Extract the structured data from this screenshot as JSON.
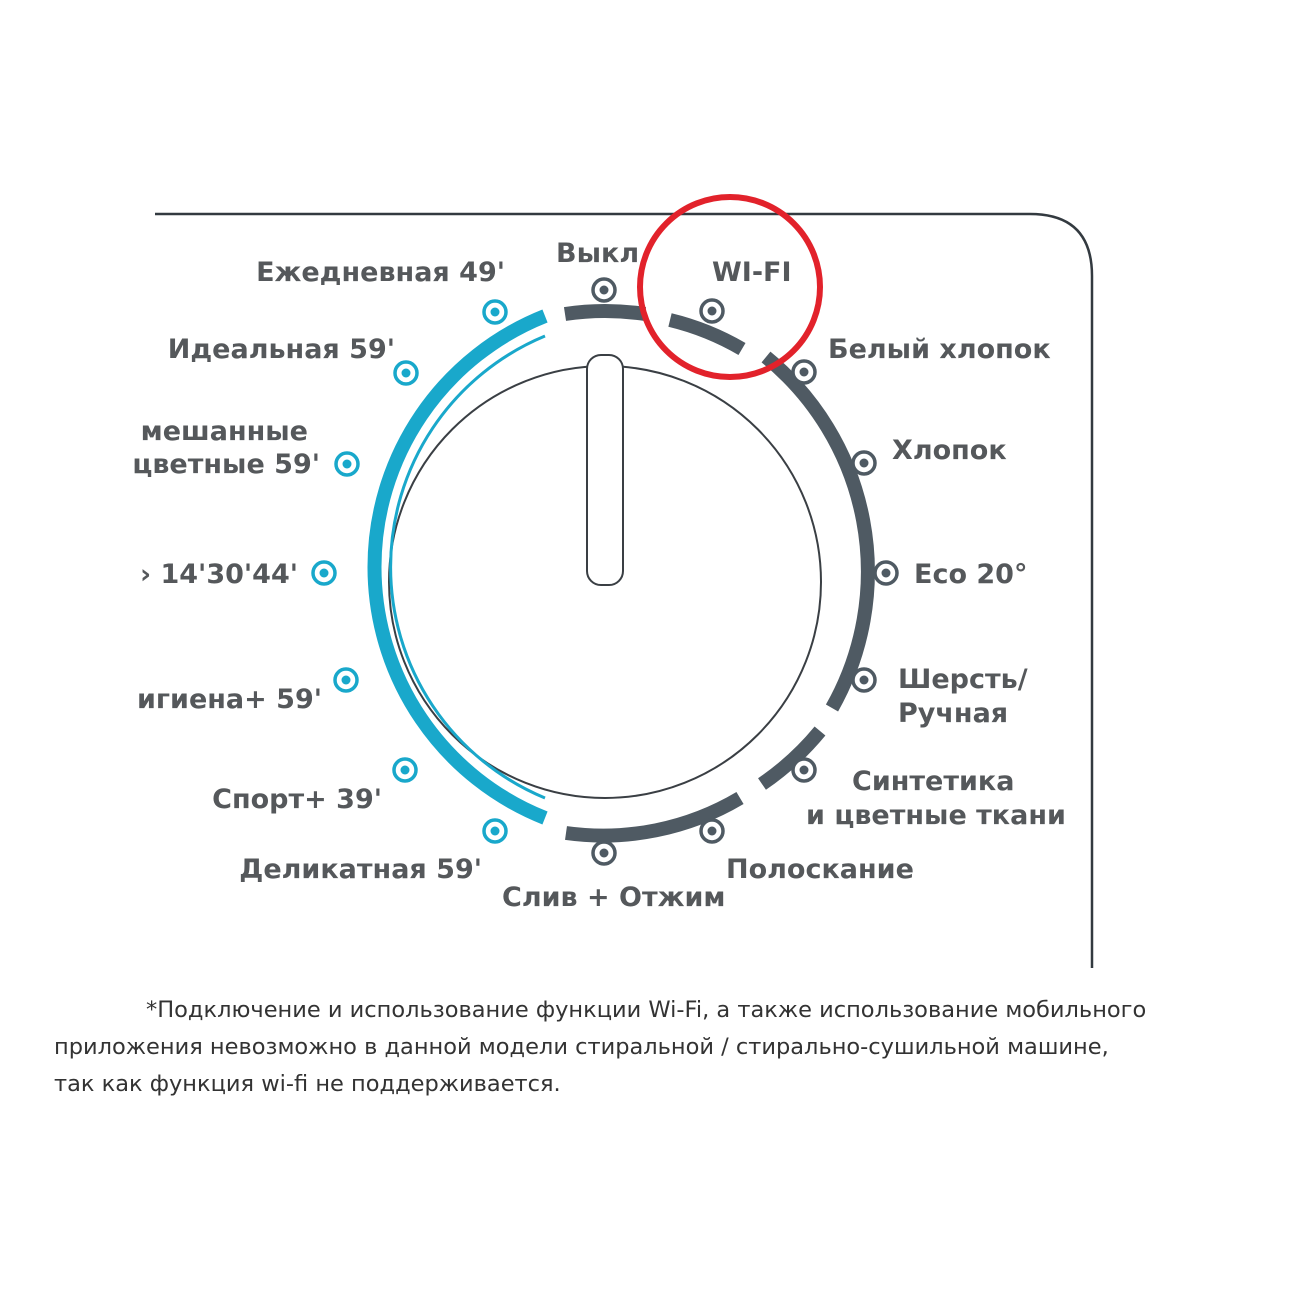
{
  "colors": {
    "accent_blue": "#19a8cb",
    "dial_gray": "#4f5a63",
    "label_gray": "#55585b",
    "highlight_red": "#e2222b"
  },
  "dial": {
    "labels": {
      "off": "Выкл",
      "wifi": "WI-FI",
      "white_cotton": "Белый хлопок",
      "cotton": "Хлопок",
      "eco20": "Eco 20°",
      "wool_l1": "Шерсть/",
      "wool_l2": "Ручная",
      "synthetic_l1": "Синтетика",
      "synthetic_l2": "и цветные ткани",
      "rinse": "Полоскание",
      "drain_spin": "Слив + Отжим",
      "delicate": "Деликатная 59'",
      "sport": "Спорт+ 39'",
      "hygiene": "игиена+ 59'",
      "quick": "› 14'30'44'",
      "mixed_l1": "мешанные",
      "mixed_l2": "цветные 59'",
      "ideal": "Идеальная 59'",
      "daily": "Ежедневная 49'"
    }
  },
  "footnote": {
    "line1": "*Подключение и использование функции Wi-Fi, а также использование мобильного",
    "line2": "приложения невозможно в данной модели стиральной / стирально-сушильной машине,",
    "line3": "так как функция wi-fi не поддерживается."
  }
}
